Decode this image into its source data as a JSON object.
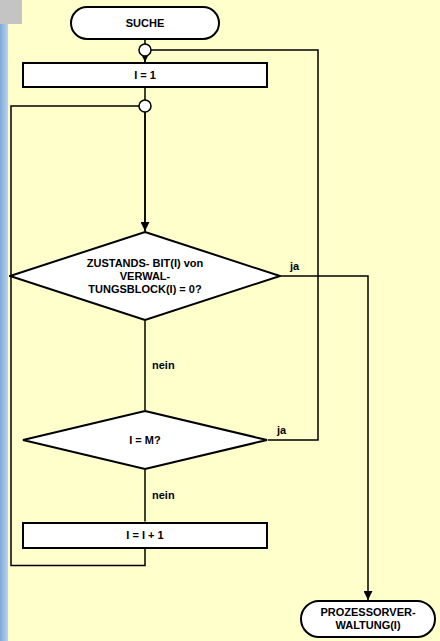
{
  "diagram": {
    "nodes": [
      {
        "text": [
          "SUCHE"
        ]
      },
      {
        "text": [
          "I = 1"
        ]
      },
      {
        "text": [
          "ZUSTANDS- BIT(I) von VERWAL- TUNGSBLOCK(I) = 0?"
        ]
      },
      {
        "text": [
          "I = M?"
        ]
      },
      {
        "text": [
          "I = I + 1"
        ]
      },
      {
        "text": [
          "PROZESSORVER- WALTUNG(I)"
        ]
      }
    ],
    "edges": [
      {
        "from": 0,
        "to": 1,
        "arrow": "none"
      },
      {
        "from": 1,
        "to": 2,
        "arrow": "none"
      },
      {
        "from": 2,
        "to": 5,
        "label": "ja",
        "arrow": "to"
      },
      {
        "from": 2,
        "to": 3,
        "label": "nein",
        "arrow": "none"
      },
      {
        "from": 3,
        "to": 1,
        "label": "ja",
        "arrow": "to"
      },
      {
        "from": 3,
        "to": 4,
        "label": "nein",
        "arrow": "none"
      },
      {
        "from": 4,
        "to": 2,
        "arrow": "to"
      }
    ]
  }
}
